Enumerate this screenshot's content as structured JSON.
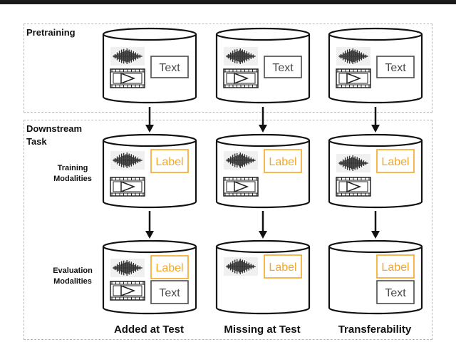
{
  "sections": {
    "pretraining": "Pretraining",
    "downstream_line1": "Downstream",
    "downstream_line2": "Task"
  },
  "row_labels": {
    "training_line1": "Training",
    "training_line2": "Modalities",
    "evaluation_line1": "Evaluation",
    "evaluation_line2": "Modalities"
  },
  "columns": [
    {
      "label": "Added at Test"
    },
    {
      "label": "Missing at Test"
    },
    {
      "label": "Transferability"
    }
  ],
  "box_labels": {
    "text": "Text",
    "label": "Label"
  },
  "colors": {
    "label_box": "#f5a623",
    "box_border": "#4a4a4a",
    "panel_border": "#b8b8b8"
  }
}
